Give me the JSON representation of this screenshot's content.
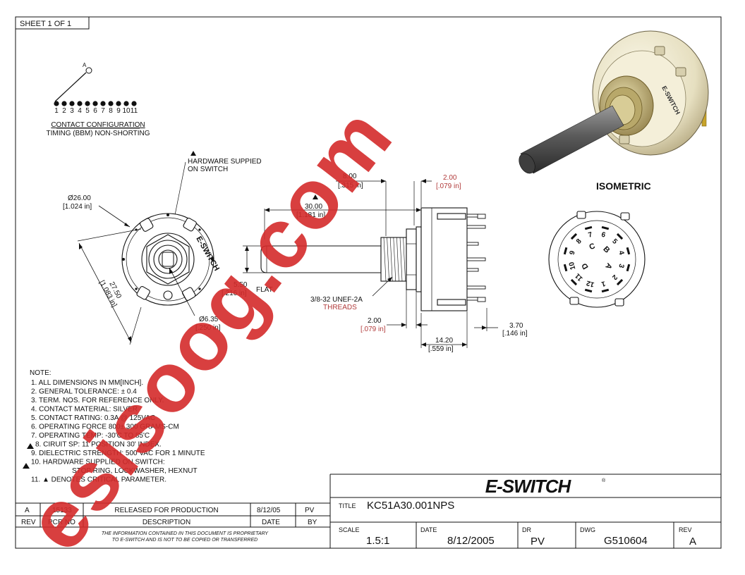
{
  "sheet_label": "SHEET 1 OF 1",
  "contact": {
    "pole_label": "A",
    "numbers": [
      "1",
      "2",
      "3",
      "4",
      "5",
      "6",
      "7",
      "8",
      "9",
      "10",
      "11"
    ],
    "title": "CONTACT CONFIGURATION",
    "subtitle": "TIMING (BBM) NON-SHORTING"
  },
  "front_view": {
    "hardware_1": "HARDWARE SUPPIED",
    "hardware_2": "ON SWITCH",
    "d26_mm": "Ø26.00",
    "d26_in": "[1.024 in]",
    "d27_mm": "27.50",
    "d27_in": "[1.083 in]",
    "d635_mm": "Ø6.35",
    "d635_in": "[.250 in]",
    "brand": "E-SWITCH"
  },
  "side_view": {
    "len8_mm": "8.00",
    "len8_in": "[.315 in]",
    "len2a_mm": "2.00",
    "len2a_in": "[.079 in]",
    "len30_mm": "30.00",
    "len30_in": "[1.181 in]",
    "flat_mm": "5.50",
    "flat_in": "[.216 in]",
    "flat_label": "FLAT",
    "thread_1": "3/8-32 UNEF-2A",
    "thread_2": "THREADS",
    "len2b_mm": "2.00",
    "len2b_in": "[.079 in]",
    "len14_mm": "14.20",
    "len14_in": "[.559 in]",
    "len37_mm": "3.70",
    "len37_in": "[.146 in]"
  },
  "isometric_label": "ISOMETRIC",
  "rear_view_numbers": [
    "1",
    "2",
    "3",
    "4",
    "5",
    "6",
    "7",
    "8",
    "9",
    "10",
    "11",
    "12",
    "A",
    "B",
    "C",
    "D"
  ],
  "notes": {
    "heading": "NOTE:",
    "lines": [
      "1. ALL DIMENSIONS IN MM[INCH].",
      "2. GENERAL TOLERANCE: ± 0.4",
      "3. TERM. NOS. FOR REFERENCE ONLY.",
      "4. CONTACT MATERIAL: SILVER",
      "5. CONTACT RATING: 0.3A @ 125VAC",
      "6. OPERATING FORCE 800± 300 GRAMS-CM",
      "7. OPERATING TEMP: -30'C TO 85'C",
      "8. CIRUIT SP: 11 POSITION 30' INDEX.",
      "9. DIELECTRIC STRENGTH: 500 VAC FOR 1 MINUTE",
      "10. HARDWARE SUPPLIED ON SWITCH:",
      "STOP RING, LOCKWASHER, HEXNUT",
      "11. ▲ DENOTES CRITICAL PARAMETER."
    ]
  },
  "revision": {
    "rev": "A",
    "pcr": "15133",
    "description": "RELEASED FOR PRODUCTION",
    "date": "8/12/05",
    "by": "PV",
    "headers": {
      "rev": "REV",
      "pcr": "PCR NO",
      "description": "DESCRIPTION",
      "date": "DATE",
      "by": "BY"
    },
    "notice_1": "THE INFORMATION CONTAINED IN THIS DOCUMENT IS PROPRIETARY",
    "notice_2": "TO E-SWITCH AND IS NOT TO BE COPIED OR TRANSFERRED"
  },
  "title_block": {
    "logo": "E-SWITCH",
    "title_label": "TITLE",
    "title": "KC51A30.001NPS",
    "scale_label": "SCALE",
    "scale": "1.5:1",
    "date_label": "DATE",
    "date": "8/12/2005",
    "dr_label": "DR",
    "dr": "PV",
    "dwg_label": "DWG",
    "dwg": "G510604",
    "rev_label": "REV",
    "rev": "A"
  },
  "watermark": "esisoog.com",
  "colors": {
    "line": "#111111",
    "red_text": "#b13b3b",
    "watermark": "#d42a2a",
    "body_cream": "#ece8d4",
    "shaft": "#555555",
    "pin_gold": "#c8a32a"
  }
}
